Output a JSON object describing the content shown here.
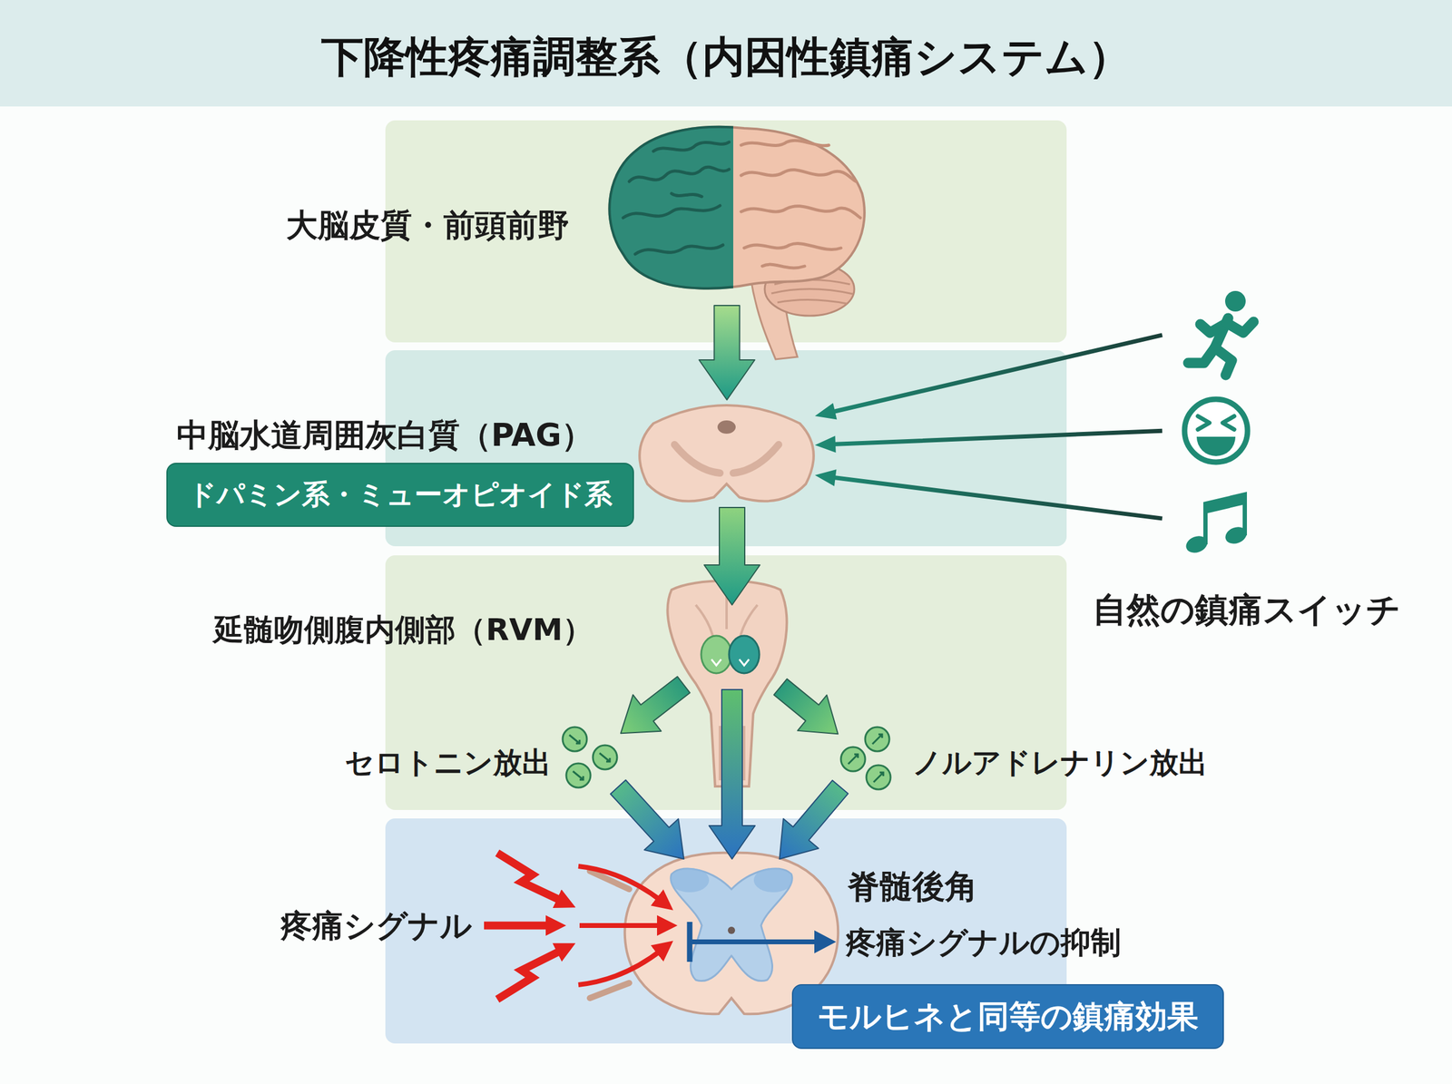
{
  "diagram": {
    "title": "下降性疼痛調整系（内因性鎮痛システム）",
    "nodes": [
      {
        "text": [
          "大脳皮質・前頭前野"
        ]
      },
      {
        "text": [
          "中脳水道周囲灰白質（PAG）"
        ]
      },
      {
        "text": [
          "ドパミン系・ミューオピオイド系"
        ]
      },
      {
        "text": [
          "延髄吻側腹内側部（RVM）"
        ]
      },
      {
        "text": [
          "セロトニン放出"
        ]
      },
      {
        "text": [
          "ノルアドレナリン放出"
        ]
      },
      {
        "text": [
          "脊髄後角"
        ]
      },
      {
        "text": [
          "モルヒネと同等の鎮痛効果"
        ]
      },
      {
        "text": [
          "自然の鎮痛スイッチ"
        ]
      }
    ],
    "edges": [
      {
        "from": 0,
        "to": 1,
        "arrow": "to"
      },
      {
        "from": 1,
        "to": 3,
        "arrow": "to"
      },
      {
        "from": 3,
        "to": 4,
        "arrow": "to"
      },
      {
        "from": 3,
        "to": 5,
        "arrow": "to"
      },
      {
        "from": 4,
        "to": 6,
        "arrow": "to"
      },
      {
        "from": 5,
        "to": 6,
        "arrow": "to"
      },
      {
        "from": 3,
        "to": 6,
        "arrow": "to"
      },
      {
        "from": 8,
        "to": 1,
        "arrow": "to"
      },
      {
        "from": 8,
        "to": 1,
        "arrow": "to"
      },
      {
        "from": 8,
        "to": 1,
        "arrow": "to"
      }
    ],
    "labels": [
      "疼痛シグナル",
      "疼痛シグナルの抑制"
    ]
  }
}
